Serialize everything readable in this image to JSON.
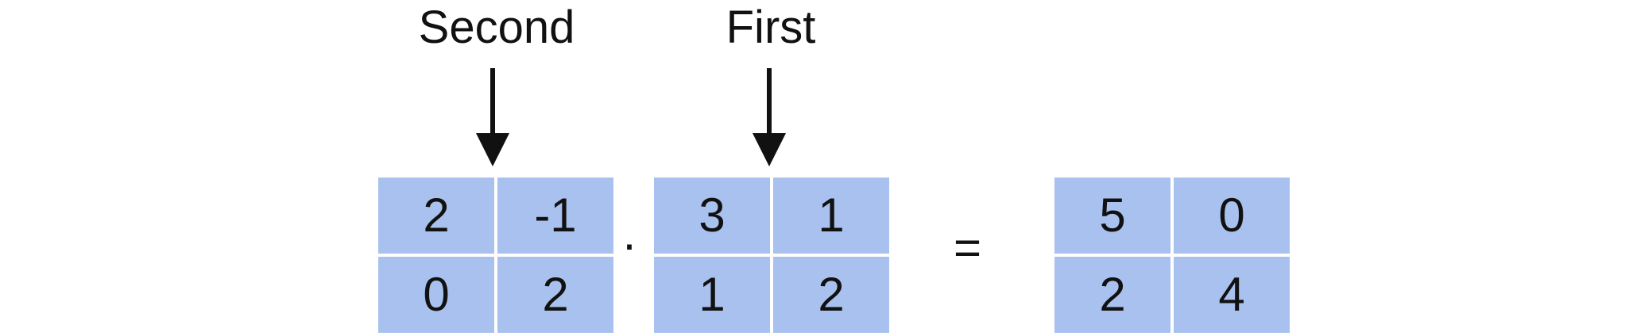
{
  "labels": {
    "second": "Second",
    "first": "First"
  },
  "operators": {
    "dot": "·",
    "equals": "="
  },
  "matrices": {
    "second": [
      [
        "2",
        "-1"
      ],
      [
        "0",
        "2"
      ]
    ],
    "first": [
      [
        "3",
        "1"
      ],
      [
        "1",
        "2"
      ]
    ],
    "result": [
      [
        "5",
        "0"
      ],
      [
        "2",
        "4"
      ]
    ]
  },
  "colors": {
    "cell": "#a8c1ee",
    "text": "#111111",
    "arrow": "#111111"
  }
}
